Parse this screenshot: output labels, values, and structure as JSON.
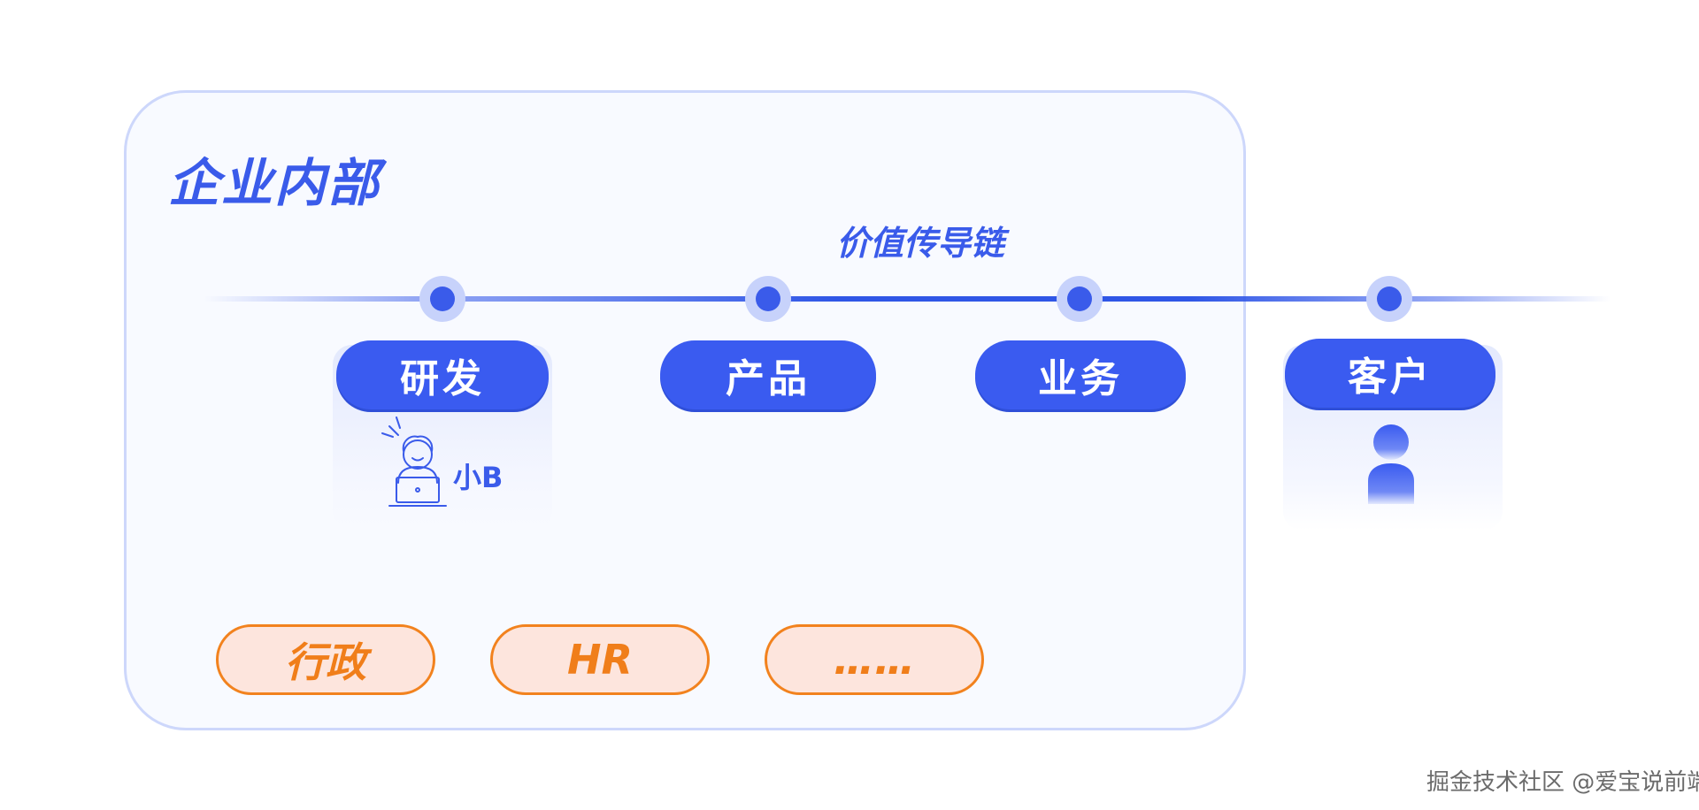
{
  "diagram": {
    "container_title": "企业内部",
    "chain_label": "价值传导链",
    "nodes": [
      {
        "label": "研发"
      },
      {
        "label": "产品"
      },
      {
        "label": "业务"
      },
      {
        "label": "客户"
      }
    ],
    "support": [
      {
        "label": "行政"
      },
      {
        "label": "HR"
      },
      {
        "label": "……"
      }
    ],
    "developer_label": "小B",
    "colors": {
      "accent_blue": "#3a5bf0",
      "support_orange": "#f2821e",
      "support_fill": "#fde5dd",
      "container_border": "#cdd7fb"
    },
    "icons": [
      "developer-illustration-icon",
      "customer-person-icon"
    ]
  },
  "watermark": {
    "text": "掘金技术社区 @爱宝说前端"
  }
}
